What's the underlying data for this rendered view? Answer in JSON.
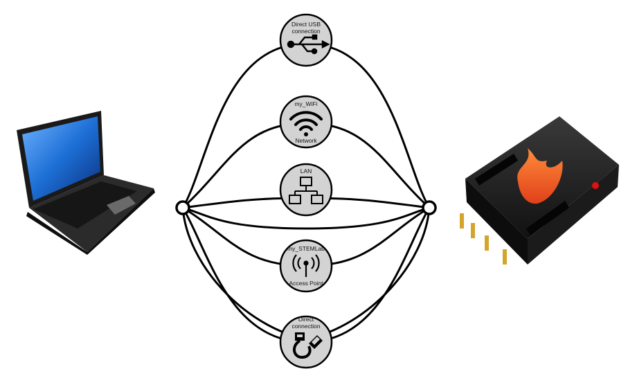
{
  "connections": [
    {
      "id": "usb",
      "top_line1": "Direct USB",
      "top_line2": "connection",
      "bottom": "",
      "icon": "usb-icon"
    },
    {
      "id": "wifi",
      "top_line1": "my_WiFi",
      "top_line2": "",
      "bottom": "Network",
      "icon": "wifi-icon"
    },
    {
      "id": "lan",
      "top_line1": "LAN",
      "top_line2": "",
      "bottom": "",
      "icon": "network-hierarchy-icon"
    },
    {
      "id": "ap",
      "top_line1": "my_STEMLab",
      "top_line2": "",
      "bottom": "Access Point",
      "icon": "antenna-broadcast-icon"
    },
    {
      "id": "direct",
      "top_line1": "Direct",
      "top_line2": "connection",
      "bottom": "",
      "icon": "ethernet-cable-icon"
    }
  ],
  "devices": {
    "left": {
      "icon": "laptop-icon"
    },
    "right": {
      "icon": "red-pitaya-board-icon"
    }
  },
  "colors": {
    "badge_fill": "#d3d3d3",
    "line": "#000000",
    "accent_flame": "#ee5a24",
    "screen_blue": "#1d6fd6"
  }
}
